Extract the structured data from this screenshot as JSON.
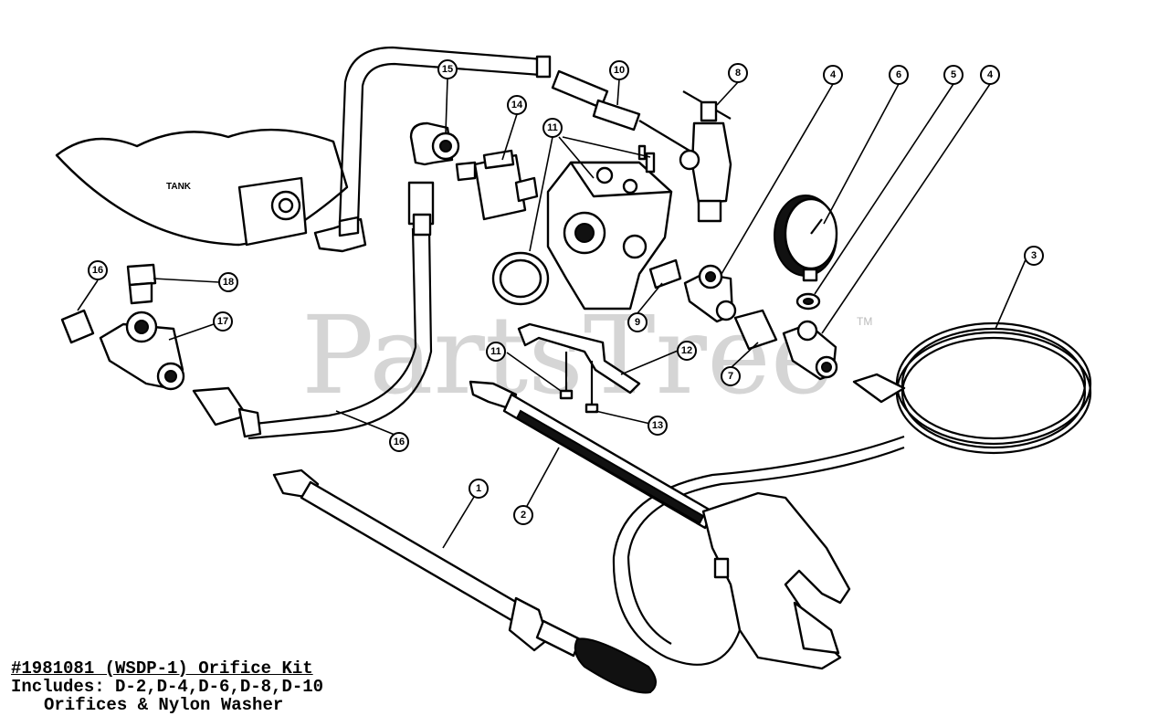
{
  "diagram": {
    "watermark": "PartsTree",
    "watermark_tm": "TM",
    "tank_label": "TANK",
    "callouts": [
      "1",
      "2",
      "3",
      "4",
      "4",
      "5",
      "6",
      "7",
      "8",
      "9",
      "10",
      "11",
      "11",
      "12",
      "13",
      "14",
      "15",
      "16",
      "16",
      "17",
      "18"
    ]
  },
  "kit_note": {
    "title": "#1981081 (WSDP-1) Orifice Kit",
    "line1": "Includes: D-2,D-4,D-6,D-8,D-10",
    "line2": "Orifices & Nylon Washer"
  }
}
